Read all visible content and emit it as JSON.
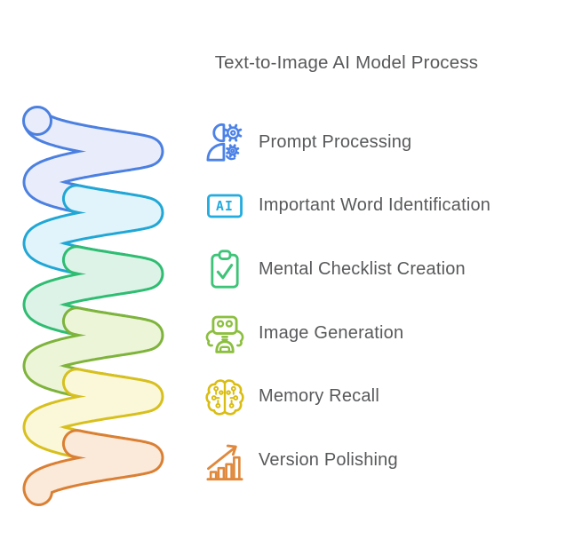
{
  "title": "Text-to-Image AI Model Process",
  "text_color": "#58595b",
  "steps": [
    {
      "label": "Prompt Processing",
      "icon": "user-gears-icon",
      "color": "#4c82e8"
    },
    {
      "label": "Important Word Identification",
      "icon": "ai-badge-icon",
      "color": "#23acdf",
      "icon_text": "AI"
    },
    {
      "label": "Mental Checklist Creation",
      "icon": "clipboard-check-icon",
      "color": "#3ec478"
    },
    {
      "label": "Image Generation",
      "icon": "robot-icon",
      "color": "#8cbf3f"
    },
    {
      "label": "Memory Recall",
      "icon": "brain-circuit-icon",
      "color": "#d9bd13"
    },
    {
      "label": "Version Polishing",
      "icon": "growth-chart-icon",
      "color": "#e0883b"
    }
  ],
  "spiral": {
    "turns": [
      {
        "name": "coil-turn-blue",
        "stroke": "#4c80e0",
        "fill": "#e9edfb"
      },
      {
        "name": "coil-turn-cyan",
        "stroke": "#21a7d5",
        "fill": "#e1f4fb"
      },
      {
        "name": "coil-turn-green",
        "stroke": "#2fbd72",
        "fill": "#def3e7"
      },
      {
        "name": "coil-turn-yellowgreen",
        "stroke": "#7eb33c",
        "fill": "#edf5d8"
      },
      {
        "name": "coil-turn-yellow",
        "stroke": "#d7c01e",
        "fill": "#fbf7d9"
      },
      {
        "name": "coil-turn-orange",
        "stroke": "#da8034",
        "fill": "#fbe9da"
      }
    ]
  }
}
